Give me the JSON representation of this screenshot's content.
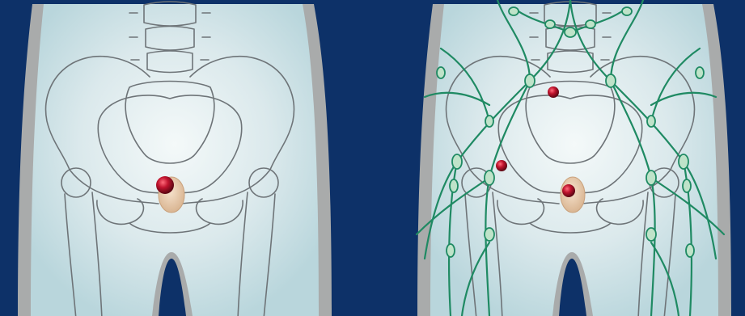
{
  "palette": {
    "background": "#0d3168",
    "body_edge": "#a9abab",
    "body_fill": "#d6e6ea",
    "body_glow": "#eef6f6",
    "skeleton_line": "#6e7478",
    "lymph_green": "#1f8a63",
    "lymph_node_fill": "#bfe3c9",
    "gland": "#e9cdb0",
    "tumor": "#b3122b"
  },
  "panels": [
    {
      "name": "pelvis-primary-tumor",
      "shows_lymphatics": false,
      "tumors": [
        "prostate"
      ]
    },
    {
      "name": "pelvis-metastatic-spread",
      "shows_lymphatics": true,
      "tumors": [
        "prostate",
        "pelvic-lymph-node",
        "sacral-bone"
      ]
    }
  ]
}
